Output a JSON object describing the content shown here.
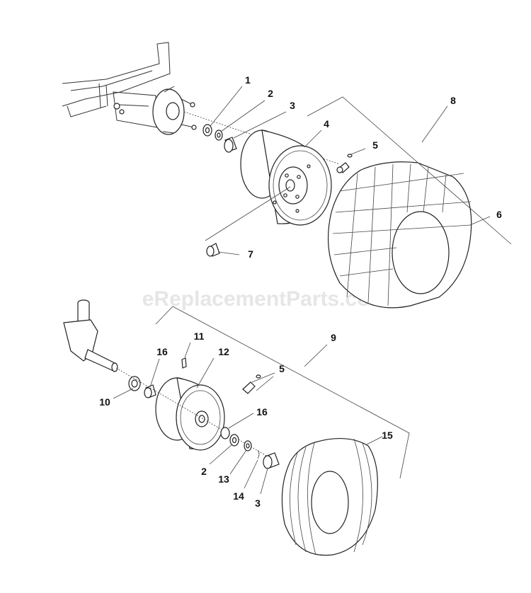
{
  "watermark": "eReplacementParts.com",
  "callouts": {
    "c1": "1",
    "c2a": "2",
    "c3a": "3",
    "c4": "4",
    "c5a": "5",
    "c6": "6",
    "c7": "7",
    "c8": "8",
    "c9": "9",
    "c10": "10",
    "c11": "11",
    "c12": "12",
    "c16a": "16",
    "c5b": "5",
    "c16b": "16",
    "c2b": "2",
    "c13": "13",
    "c14": "14",
    "c3b": "3",
    "c15": "15"
  }
}
